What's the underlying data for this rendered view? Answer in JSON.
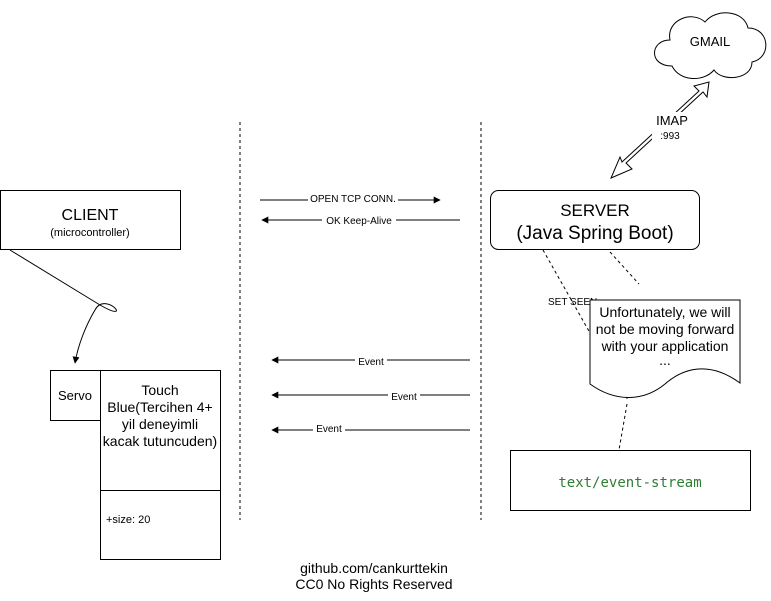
{
  "cloud": {
    "label": "GMAIL"
  },
  "imap": {
    "label": "IMAP",
    "port": ":993"
  },
  "client": {
    "title": "CLIENT",
    "subtitle": "(microcontroller)"
  },
  "server": {
    "title": "SERVER",
    "subtitle": "(Java Spring Boot)"
  },
  "connection": {
    "open_label": "OPEN TCP CONN.",
    "ack_label": "OK Keep-Alive"
  },
  "events": {
    "e1": "Event",
    "e2": "Event",
    "e3": "Event"
  },
  "set_seen": "SET SEEN",
  "note": {
    "line1": "Unfortunately, we will",
    "line2": "not be moving forward",
    "line3": "with your application",
    "line4": "..."
  },
  "stream": {
    "label": "text/event-stream",
    "color": "#2e7d32"
  },
  "servo": {
    "label": "Servo"
  },
  "component": {
    "line1": "Touch",
    "line2": "Blue(Tercihen 4+",
    "line3": "yil deneyimli",
    "line4": "kacak tutuncuden)",
    "attribute": "+size: 20"
  },
  "footer": {
    "line1": "github.com/cankurttekin",
    "line2": "CC0 No Rights Reserved"
  }
}
